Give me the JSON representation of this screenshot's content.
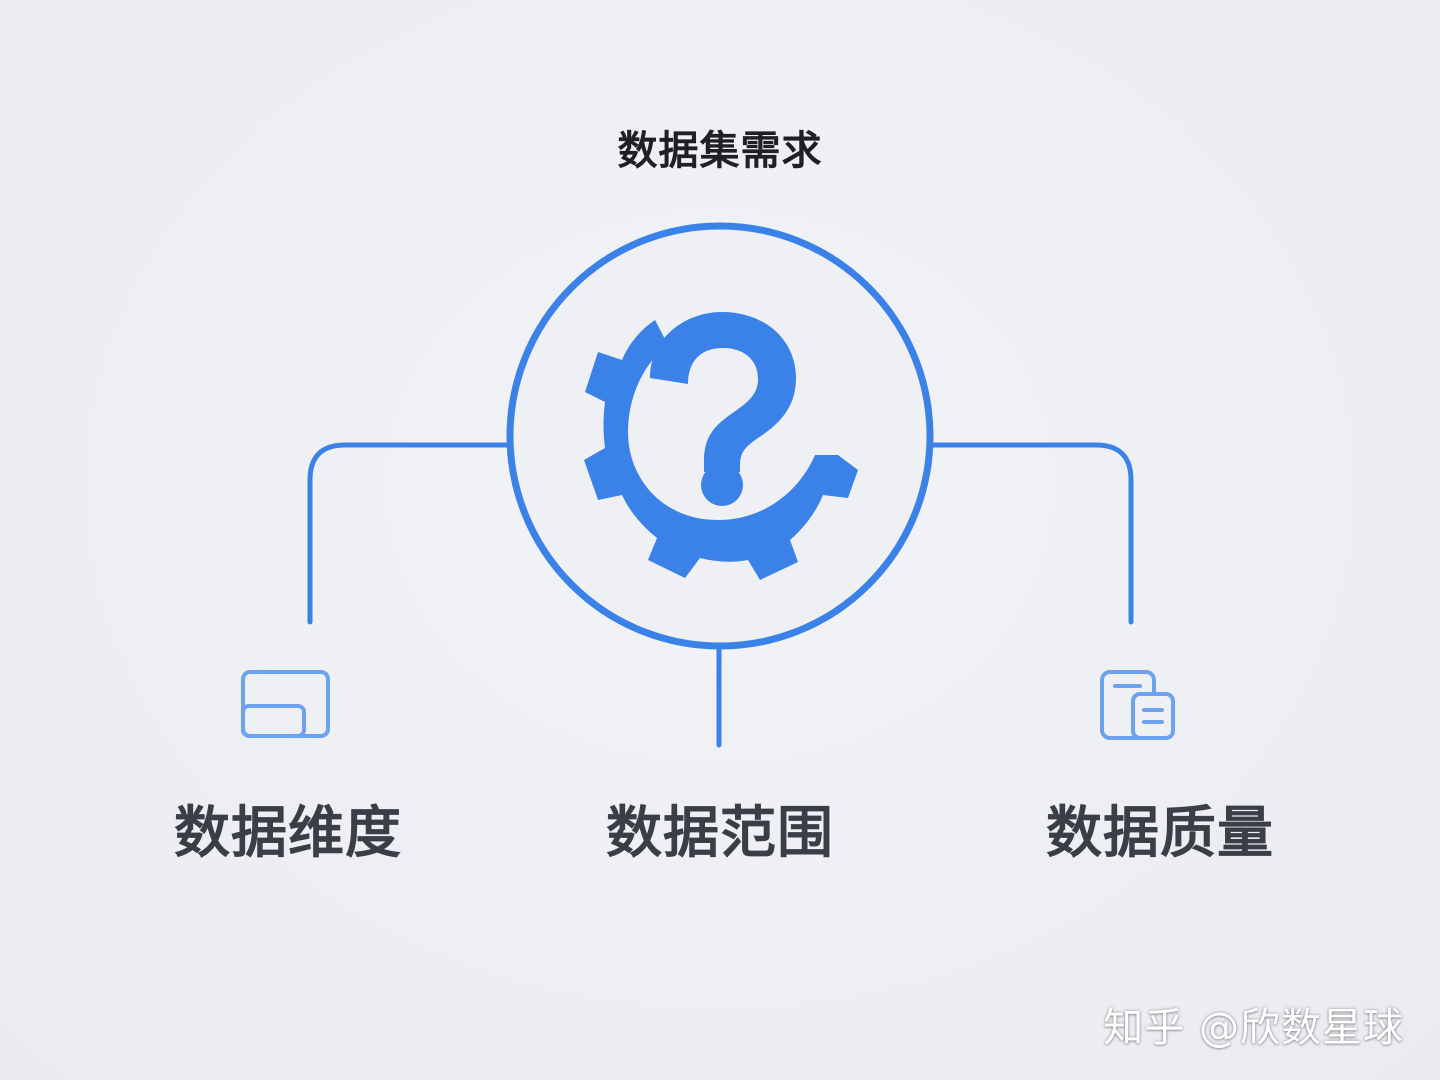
{
  "title": "数据集需求",
  "center_icon": "gear-question-icon",
  "branches": [
    {
      "label": "数据维度",
      "icon": "dimension-cards-icon"
    },
    {
      "label": "数据范围",
      "icon": "none"
    },
    {
      "label": "数据质量",
      "icon": "document-icon"
    }
  ],
  "watermark": "知乎 @欣数星球",
  "colors": {
    "accent": "#3b82e8",
    "icon_light": "#6da2ef",
    "text": "#3b3e46",
    "background": "#eeeff3"
  }
}
